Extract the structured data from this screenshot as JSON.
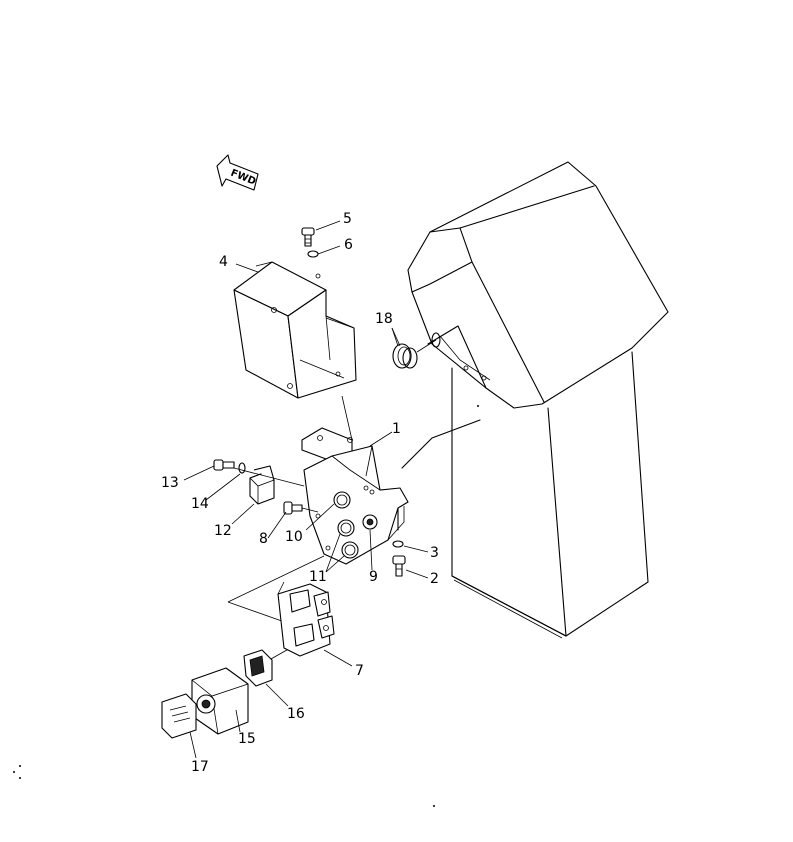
{
  "fwd_label": "FWD",
  "callouts": [
    {
      "id": "callout-1",
      "text": "1"
    },
    {
      "id": "callout-2",
      "text": "2"
    },
    {
      "id": "callout-3",
      "text": "3"
    },
    {
      "id": "callout-4",
      "text": "4"
    },
    {
      "id": "callout-5",
      "text": "5"
    },
    {
      "id": "callout-6",
      "text": "6"
    },
    {
      "id": "callout-7",
      "text": "7"
    },
    {
      "id": "callout-8",
      "text": "8"
    },
    {
      "id": "callout-9",
      "text": "9"
    },
    {
      "id": "callout-10",
      "text": "10"
    },
    {
      "id": "callout-11",
      "text": "11"
    },
    {
      "id": "callout-12",
      "text": "12"
    },
    {
      "id": "callout-13",
      "text": "13"
    },
    {
      "id": "callout-14",
      "text": "14"
    },
    {
      "id": "callout-15",
      "text": "15"
    },
    {
      "id": "callout-16",
      "text": "16"
    },
    {
      "id": "callout-17",
      "text": "17"
    },
    {
      "id": "callout-18",
      "text": "18"
    }
  ]
}
